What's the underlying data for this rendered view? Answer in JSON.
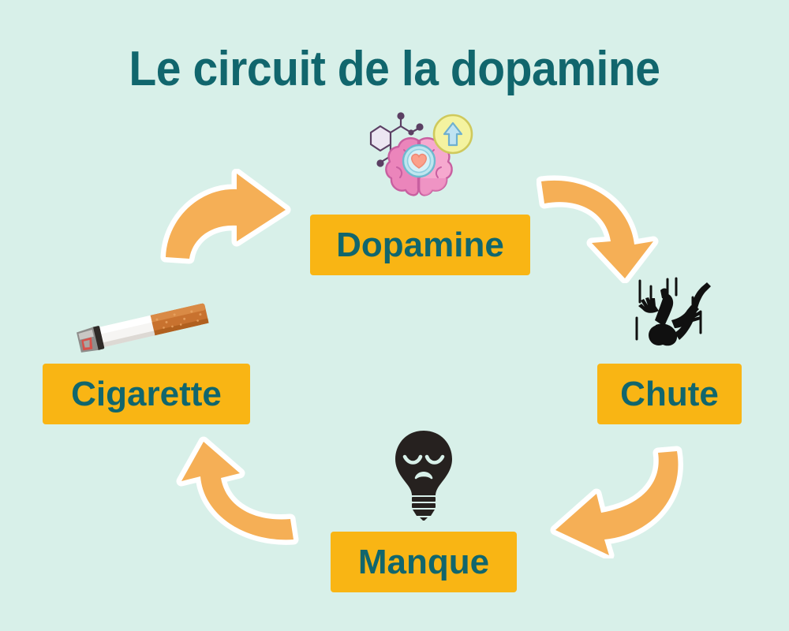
{
  "page": {
    "title": "Le circuit de la dopamine",
    "background_color": "#d8f0e9"
  },
  "colors": {
    "background": "#d8f0e9",
    "chip_fill": "#f9b514",
    "text_teal": "#11666d",
    "arrow_orange": "#f5af56",
    "arrow_outline": "#ffffff",
    "icon_dark": "#26211f"
  },
  "cycle": {
    "name": "dopamine-cycle",
    "stages": [
      {
        "id": "dopamine",
        "label": "Dopamine",
        "icon": "brain-heart-icon",
        "order": 1
      },
      {
        "id": "chute",
        "label": "Chute",
        "icon": "falling-person-icon",
        "order": 2
      },
      {
        "id": "manque",
        "label": "Manque",
        "icon": "sad-lightbulb-icon",
        "order": 3
      },
      {
        "id": "cigarette",
        "label": "Cigarette",
        "icon": "cigarette-icon",
        "order": 4
      }
    ],
    "arrows": [
      {
        "id": "cigarette-to-dopamine",
        "icon": "curved-arrow-up-right-icon",
        "from": "cigarette",
        "to": "dopamine"
      },
      {
        "id": "dopamine-to-chute",
        "icon": "curved-arrow-down-right-icon",
        "from": "dopamine",
        "to": "chute"
      },
      {
        "id": "chute-to-manque",
        "icon": "curved-arrow-down-left-icon",
        "from": "chute",
        "to": "manque"
      },
      {
        "id": "manque-to-cigarette",
        "icon": "curved-arrow-up-left-icon",
        "from": "manque",
        "to": "cigarette"
      }
    ]
  }
}
